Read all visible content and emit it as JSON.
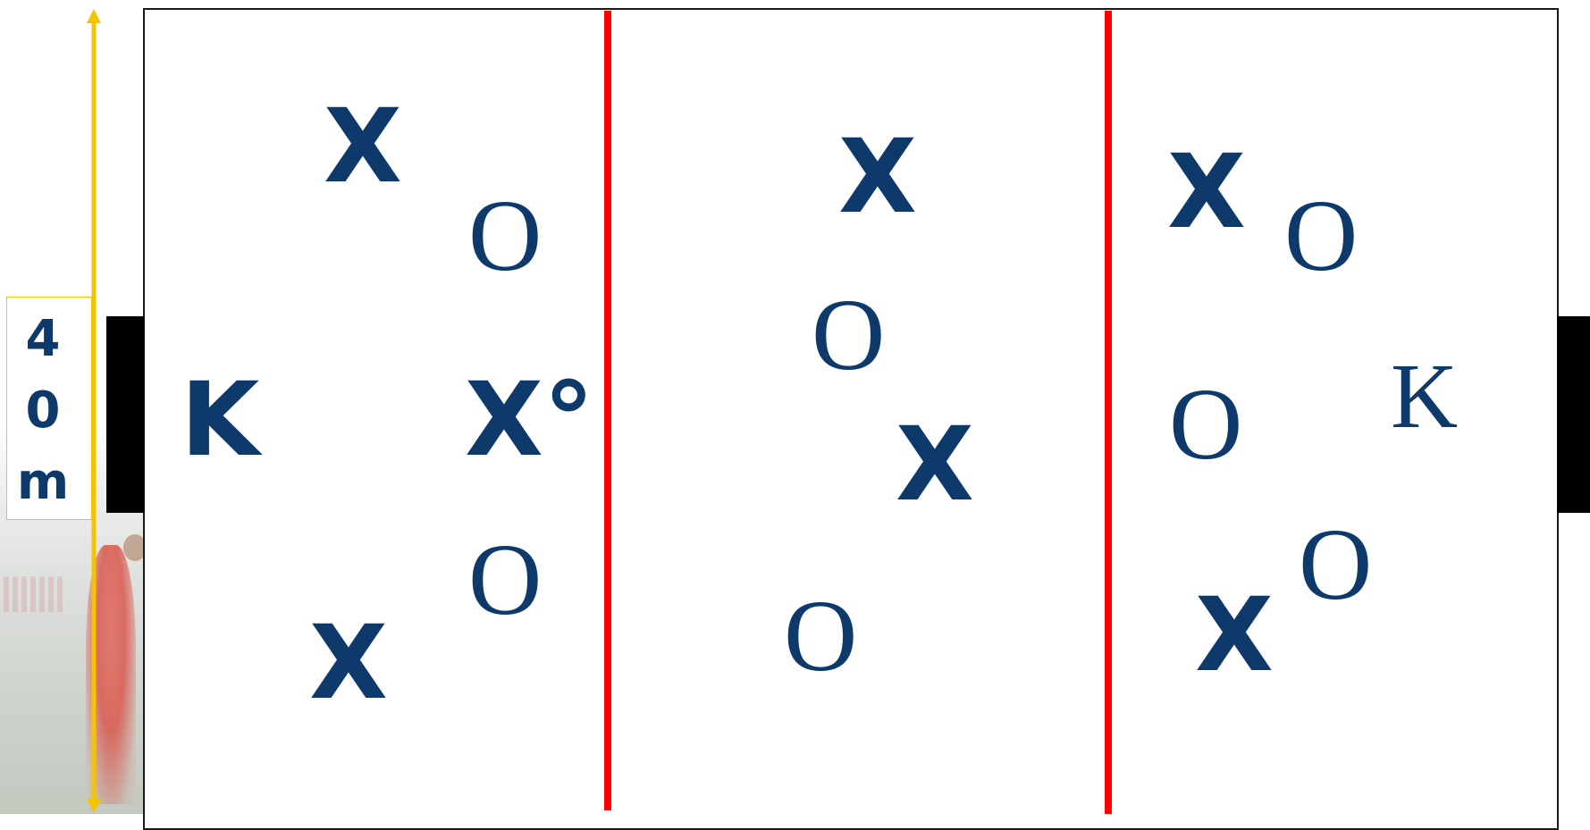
{
  "measurement": {
    "label": "4\n0\nm"
  },
  "colors": {
    "marker": "#0e3a6b",
    "zone_line": "#ff0000",
    "arrow": "#f5c400",
    "goal": "#000000"
  },
  "players": {
    "left_keeper": "K",
    "left_x_top": "X",
    "left_o_top": "O",
    "left_x_ball": "X°",
    "left_o_bottom": "O",
    "left_x_bottom": "X",
    "mid_x_top": "X",
    "mid_o_upper": "O",
    "mid_x_center": "X",
    "mid_o_bottom": "O",
    "right_x_top": "X",
    "right_o_top": "O",
    "right_o_middle": "O",
    "right_keeper": "K",
    "right_o_lower": "O",
    "right_x_bottom": "X"
  }
}
